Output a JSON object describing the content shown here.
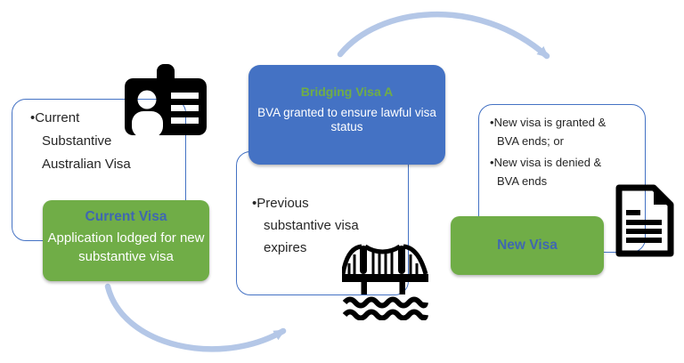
{
  "left_panel": {
    "bullets": [
      "Current Substantive Australian Visa"
    ]
  },
  "current_visa_box": {
    "title": "Current Visa",
    "body": "Application lodged for new substantive visa"
  },
  "bridging_visa_box": {
    "title": "Bridging Visa A",
    "body": "BVA granted to ensure lawful visa status"
  },
  "middle_panel": {
    "bullets": [
      "Previous substantive visa expires"
    ]
  },
  "right_panel": {
    "bullets": [
      "New visa is granted & BVA ends; or",
      "New visa is denied & BVA ends"
    ]
  },
  "new_visa_box": {
    "title": "New Visa"
  },
  "icons": {
    "left": "id-card-icon",
    "middle": "bridge-icon",
    "right": "document-icon"
  },
  "colors": {
    "box_green": "#70AD47",
    "box_blue": "#4472C4",
    "outline_blue": "#4472C4",
    "arrow_light_blue": "#B4C7E7",
    "title_on_green": "#3F67B1",
    "title_on_blue": "#70AD47",
    "body_text": "#FFFFFF",
    "bullet_text": "#262626"
  }
}
